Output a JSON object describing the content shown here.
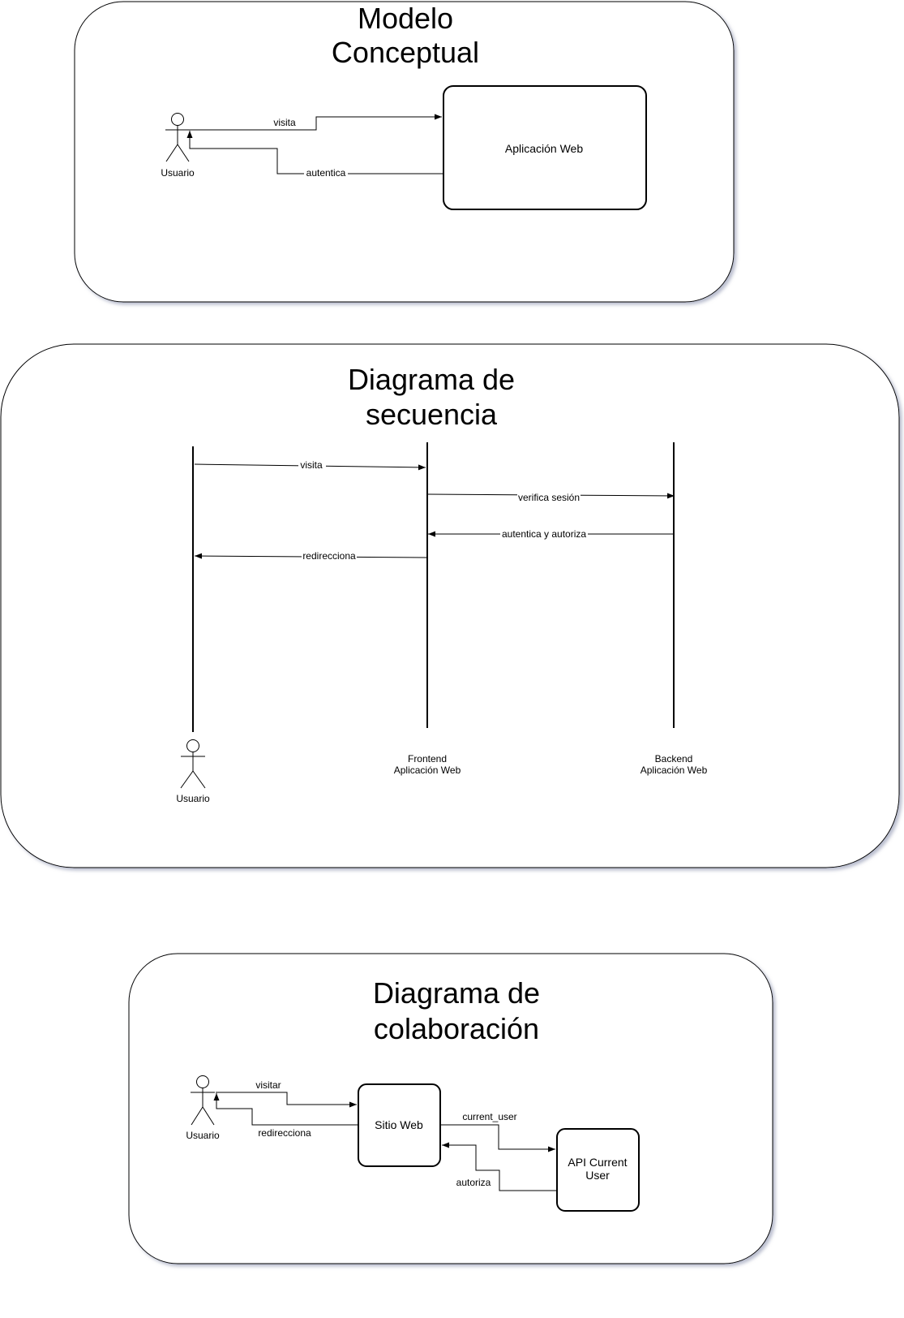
{
  "conceptual": {
    "title_line1": "Modelo",
    "title_line2": "Conceptual",
    "actor_label": "Usuario",
    "box_label": "Aplicación Web",
    "edge_visit": "visita",
    "edge_auth": "autentica"
  },
  "sequence": {
    "title_line1": "Diagrama de",
    "title_line2": "secuencia",
    "actor_label": "Usuario",
    "frontend_line1": "Frontend",
    "frontend_line2": "Aplicación Web",
    "backend_line1": "Backend",
    "backend_line2": "Aplicación Web",
    "msg_visit": "visita",
    "msg_verify": "verifica sesión",
    "msg_auth": "autentica y autoriza",
    "msg_redirect": "redirecciona"
  },
  "collaboration": {
    "title_line1": "Diagrama de",
    "title_line2": "colaboración",
    "actor_label": "Usuario",
    "site_label": "Sitio Web",
    "api_line1": "API Current",
    "api_line2": "User",
    "edge_visit": "visitar",
    "edge_redirect": "redirecciona",
    "edge_current_user": "current_user",
    "edge_authorize": "autoriza"
  }
}
